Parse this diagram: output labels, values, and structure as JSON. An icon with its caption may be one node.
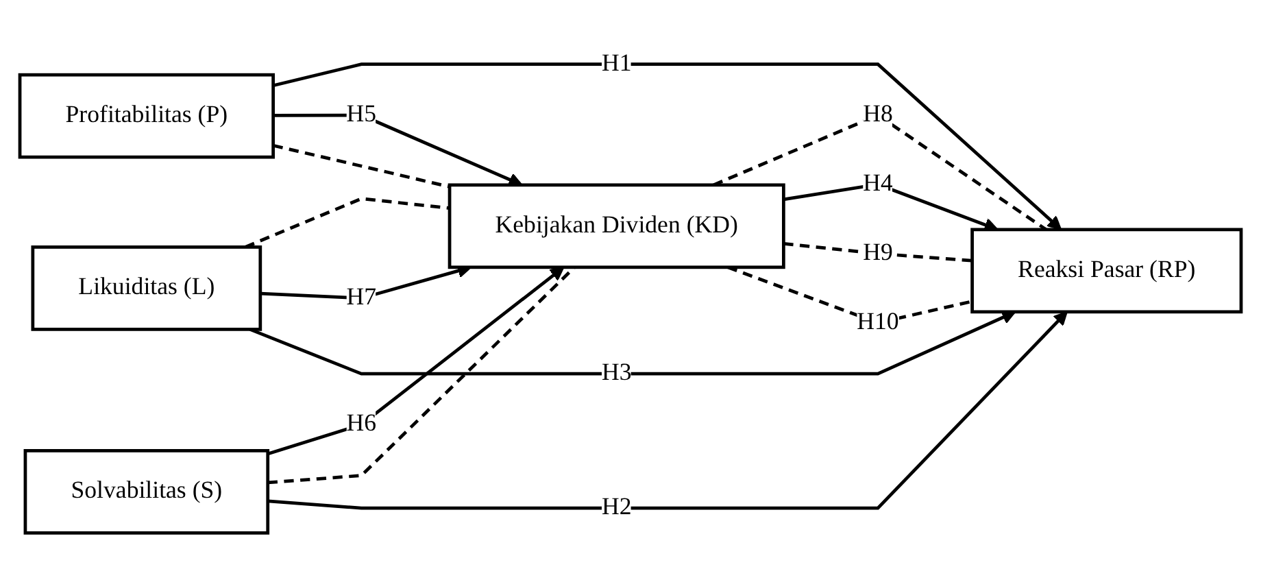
{
  "diagram": {
    "nodes": [
      {
        "text": [
          "Profitabilitas (P)"
        ]
      },
      {
        "text": [
          "Solvabilitas (S)"
        ]
      },
      {
        "text": [
          "Likuiditas (L)"
        ]
      },
      {
        "text": [
          "Kebijakan Dividen (KD)"
        ]
      },
      {
        "text": [
          "Reaksi Pasar (RP)"
        ]
      }
    ],
    "edges": [
      {
        "from": 0,
        "to": 4,
        "arrow": "to",
        "label": "H1"
      },
      {
        "from": 0,
        "to": 3,
        "arrow": "to",
        "label": "H5"
      },
      {
        "from": 0,
        "to": 3,
        "arrow": "none",
        "style": "dashed"
      },
      {
        "from": 1,
        "to": 3,
        "arrow": "to",
        "label": "H6"
      },
      {
        "from": 1,
        "to": 3,
        "arrow": "none",
        "style": "dashed"
      },
      {
        "from": 2,
        "to": 3,
        "arrow": "none",
        "style": "dashed"
      },
      {
        "from": 2,
        "to": 3,
        "arrow": "to",
        "label": "H7"
      },
      {
        "from": 2,
        "to": 4,
        "arrow": "to",
        "label": "H3"
      },
      {
        "from": 3,
        "to": 4,
        "arrow": "none",
        "style": "dashed",
        "label": "H8"
      },
      {
        "from": 3,
        "to": 4,
        "arrow": "to",
        "label": "H4"
      },
      {
        "from": 3,
        "to": 4,
        "arrow": "none",
        "style": "dashed",
        "label": "H9"
      },
      {
        "from": 3,
        "to": 4,
        "arrow": "none",
        "style": "dashed",
        "label": "H10"
      },
      {
        "from": 1,
        "to": 4,
        "arrow": "to",
        "label": "H2"
      }
    ]
  }
}
